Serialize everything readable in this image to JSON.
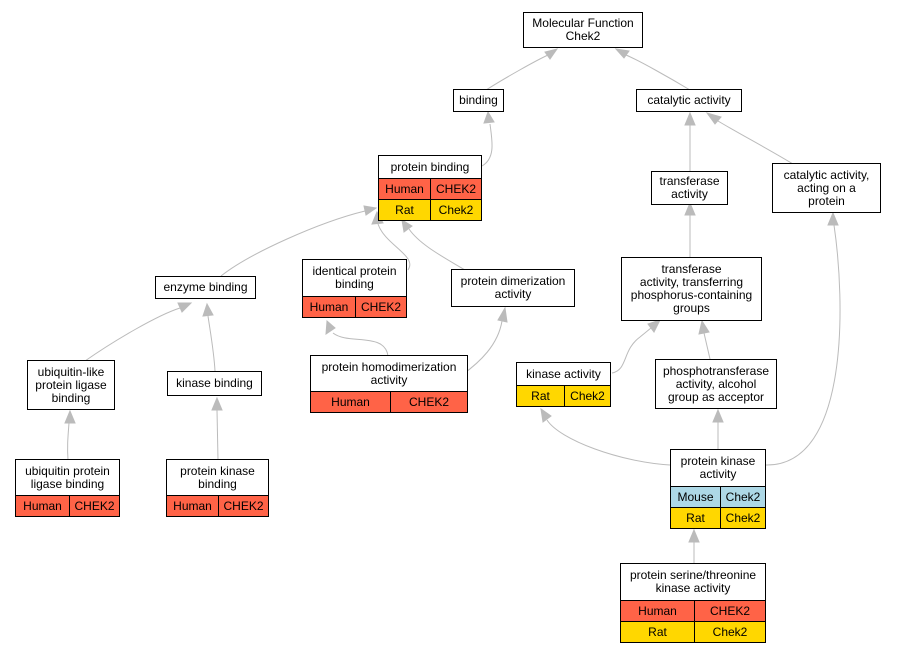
{
  "colors": {
    "human": "#ff6347",
    "rat": "#ffd700",
    "mouse": "#add8e6",
    "edge": "#bbbbbb"
  },
  "nodes": {
    "root": {
      "label": "Molecular Function\nChek2"
    },
    "binding": {
      "label": "binding"
    },
    "catalytic": {
      "label": "catalytic activity"
    },
    "protein_binding": {
      "label": "protein binding",
      "rows": [
        [
          "Human",
          "CHEK2"
        ],
        [
          "Rat",
          "Chek2"
        ]
      ]
    },
    "transferase": {
      "label": "transferase\nactivity"
    },
    "catalytic_protein": {
      "label": "catalytic activity,\nacting on a\nprotein"
    },
    "enzyme_binding": {
      "label": "enzyme binding"
    },
    "identical_protein": {
      "label": "identical protein\nbinding",
      "rows": [
        [
          "Human",
          "CHEK2"
        ]
      ]
    },
    "dimerization": {
      "label": "protein dimerization\nactivity"
    },
    "transferase_phos": {
      "label": "transferase\nactivity, transferring\nphosphorus-containing\ngroups"
    },
    "ubiquitin_like": {
      "label": "ubiquitin-like\nprotein ligase\nbinding"
    },
    "kinase_binding": {
      "label": "kinase binding"
    },
    "homodimerization": {
      "label": "protein homodimerization\nactivity",
      "rows": [
        [
          "Human",
          "CHEK2"
        ]
      ]
    },
    "kinase_activity": {
      "label": "kinase activity",
      "rows": [
        [
          "Rat",
          "Chek2"
        ]
      ]
    },
    "phosphotransferase": {
      "label": "phosphotransferase\nactivity, alcohol\ngroup as acceptor"
    },
    "ubiquitin_ligase": {
      "label": "ubiquitin protein\nligase binding",
      "rows": [
        [
          "Human",
          "CHEK2"
        ]
      ]
    },
    "protein_kinase_binding": {
      "label": "protein kinase\nbinding",
      "rows": [
        [
          "Human",
          "CHEK2"
        ]
      ]
    },
    "protein_kinase": {
      "label": "protein kinase\nactivity",
      "rows": [
        [
          "Mouse",
          "Chek2"
        ],
        [
          "Rat",
          "Chek2"
        ]
      ]
    },
    "ser_thr_kinase": {
      "label": "protein serine/threonine\nkinase activity",
      "rows": [
        [
          "Human",
          "CHEK2"
        ],
        [
          "Rat",
          "Chek2"
        ]
      ]
    }
  }
}
